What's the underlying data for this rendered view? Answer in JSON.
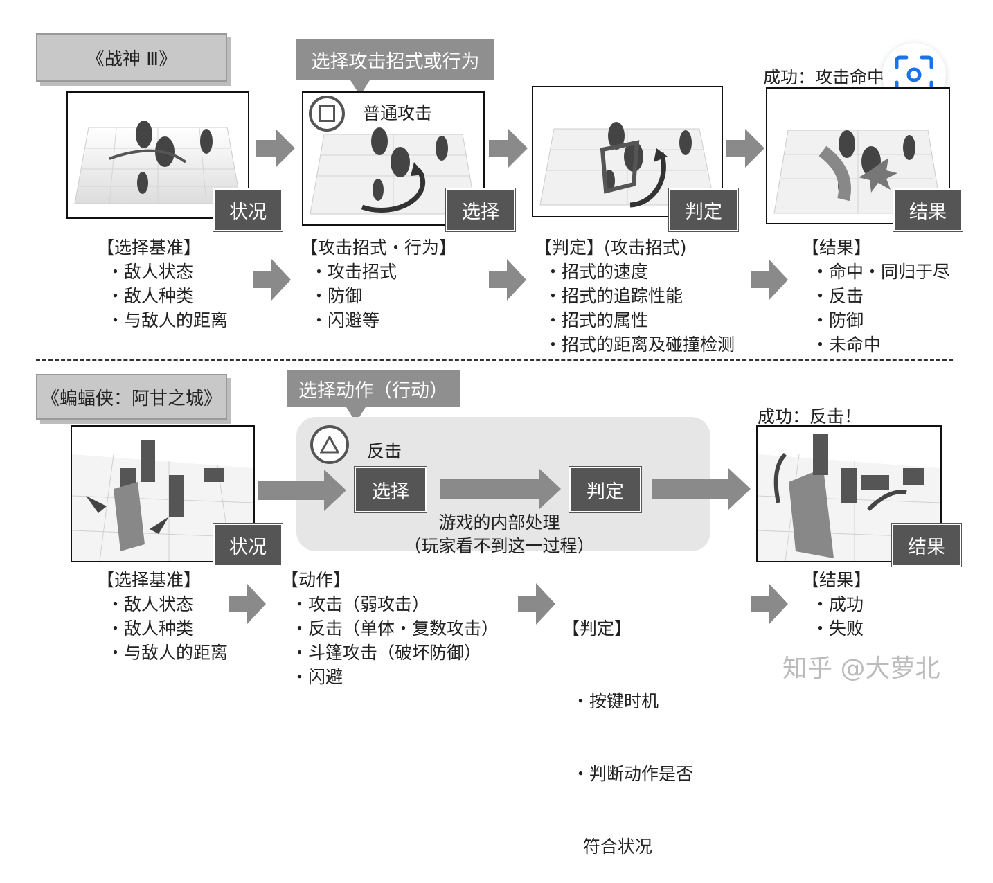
{
  "top": {
    "game_title": "《战神 Ⅲ》",
    "bubble": "选择攻击招式或行为",
    "button_caption": "普通攻击",
    "success_caption": "成功：攻击命中！",
    "panels": [
      "状况",
      "选择",
      "判定",
      "结果"
    ],
    "columns": [
      {
        "heading": "【选择基准】",
        "items": [
          "・敌人状态",
          "・敌人种类",
          "・与敌人的距离"
        ]
      },
      {
        "heading": "【攻击招式・行为】",
        "items": [
          "・攻击招式",
          "・防御",
          "・闪避等"
        ]
      },
      {
        "heading": "【判定】(攻击招式)",
        "items": [
          "・招式的速度",
          "・招式的追踪性能",
          "・招式的属性",
          "・招式的距离及碰撞检测"
        ]
      },
      {
        "heading": "【结果】",
        "items": [
          "・命中・同归于尽",
          "・反击",
          "・防御",
          "・未命中"
        ]
      }
    ]
  },
  "bottom": {
    "game_title": "《蝙蝠侠：阿甘之城》",
    "bubble": "选择动作（行动）",
    "button_caption": "反击",
    "success_caption": "成功：反击！",
    "panels": [
      "状况",
      "选择",
      "判定",
      "结果"
    ],
    "internal_note": [
      "游戏的内部处理",
      "（玩家看不到这一过程）"
    ],
    "columns": [
      {
        "heading": "【选择基准】",
        "items": [
          "・敌人状态",
          "・敌人种类",
          "・与敌人的距离"
        ]
      },
      {
        "heading": "【动作】",
        "items": [
          "・攻击（弱攻击）",
          "・反击（单体・复数攻击）",
          "・斗篷攻击（破坏防御）",
          "・闪避"
        ]
      },
      {
        "heading": "【判定】",
        "items": [
          "・按键时机",
          "・判断动作是否",
          "  符合状况"
        ]
      },
      {
        "heading": "【结果】",
        "items": [
          "・成功",
          "・失败"
        ]
      }
    ]
  },
  "watermark": "知乎 @大萝北",
  "icons": {
    "square_button": "square-button-icon",
    "triangle_button": "triangle-button-icon",
    "scan": "scan-icon"
  },
  "colors": {
    "label_bg": "#555555",
    "arrow": "#8a8a8a",
    "bubble_bg": "#8f8f8f"
  }
}
